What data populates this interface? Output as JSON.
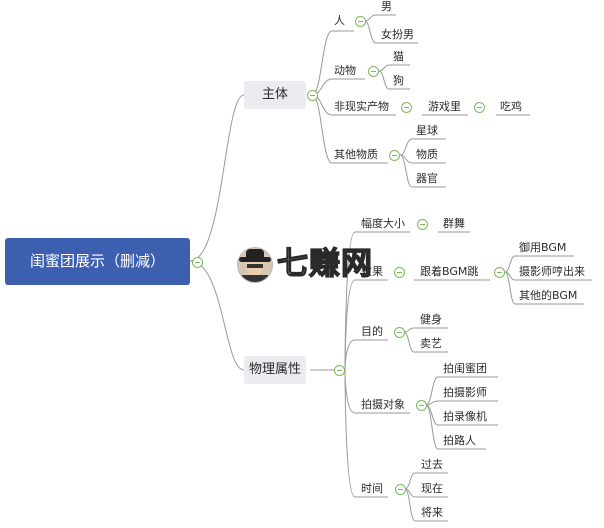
{
  "root": {
    "label": "闺蜜团展示（删减）"
  },
  "main": {
    "subject": "主体",
    "physical": "物理属性"
  },
  "subject_tree": {
    "person": {
      "label": "人",
      "children": [
        "男",
        "女扮男"
      ]
    },
    "animal": {
      "label": "动物",
      "children": [
        "猫",
        "狗"
      ]
    },
    "unreal": {
      "label": "非现实产物",
      "child": "游戏里",
      "grandchild": "吃鸡"
    },
    "other": {
      "label": "其他物质",
      "children": [
        "星球",
        "物质",
        "器官"
      ]
    }
  },
  "physical_tree": {
    "amplitude": {
      "label": "幅度大小",
      "child": "群舞"
    },
    "effect": {
      "label": "效果",
      "child": "跟着BGM跳",
      "grandchildren": [
        "御用BGM",
        "摄影师哼出来",
        "其他的BGM"
      ]
    },
    "purpose": {
      "label": "目的",
      "children": [
        "健身",
        "卖艺"
      ]
    },
    "target": {
      "label": "拍摄对象",
      "children": [
        "拍闺蜜团",
        "拍摄影师",
        "拍录像机",
        "拍路人"
      ]
    },
    "time": {
      "label": "时间",
      "children": [
        "过去",
        "现在",
        "将来"
      ]
    }
  },
  "watermark": {
    "text": "七赚网"
  },
  "colors": {
    "root_fill": "#3d5fb0",
    "main_fill": "#ebebf0",
    "connector": "#9a9a9a",
    "toggle": "#7cba5a"
  },
  "icons": {
    "toggle": "collapse-minus-circle",
    "watermark_avatar": "detective-avatar"
  }
}
